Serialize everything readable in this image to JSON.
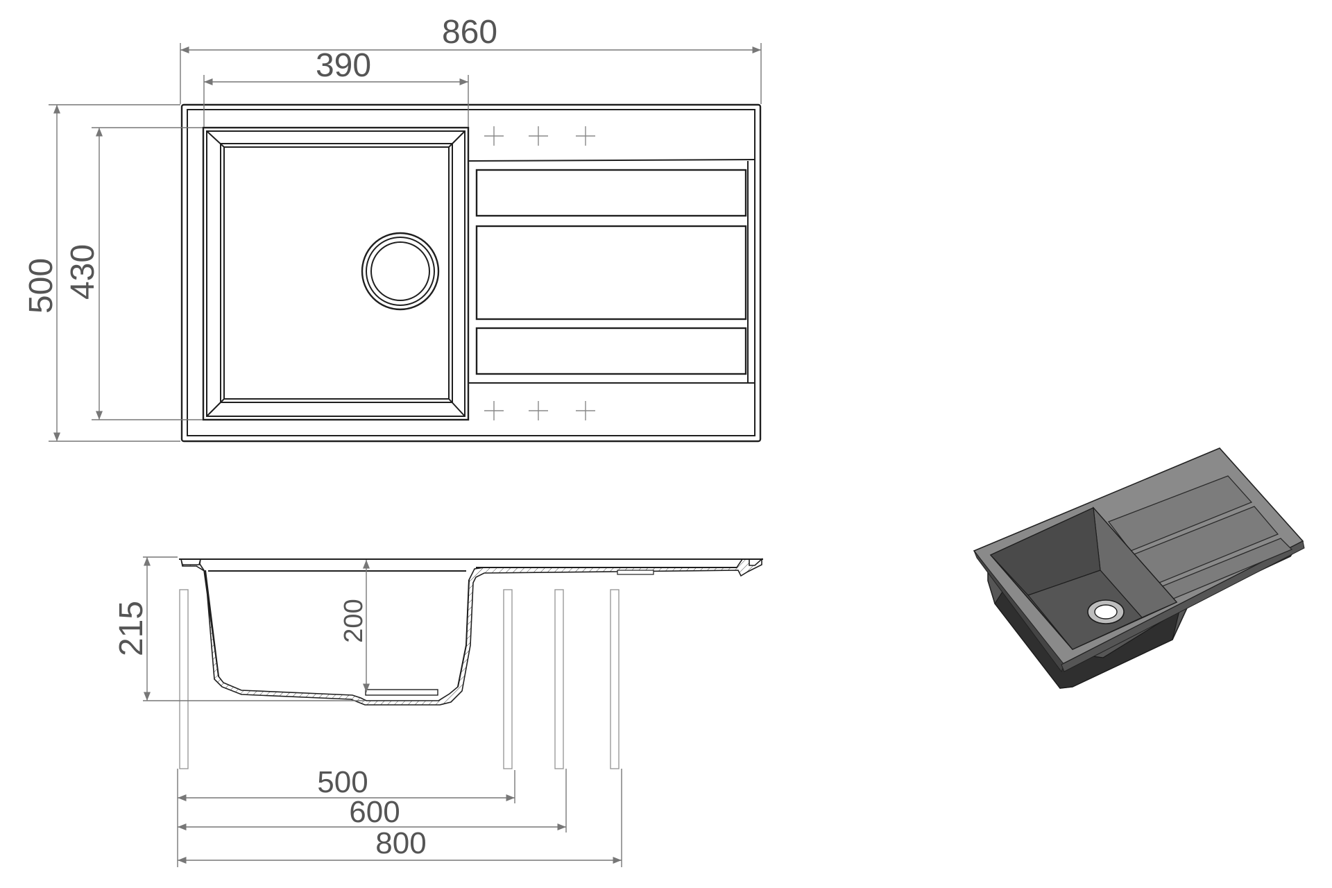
{
  "colors": {
    "background": "#ffffff",
    "outline": "#1f1f1f",
    "dimension_line": "#777777",
    "dimension_text": "#555555",
    "render_dark": "#3c3c3c",
    "render_mid": "#6e6e6e",
    "render_light": "#9a9a9a"
  },
  "top_view": {
    "overall_width": "860",
    "bowl_width": "390",
    "overall_depth": "500",
    "bowl_depth": "430"
  },
  "side_view": {
    "overall_height": "215",
    "bowl_depth": "200",
    "cabinet_a": "500",
    "cabinet_b": "600",
    "cabinet_c": "800"
  },
  "render_3d": {
    "icon": "sink-3d-render"
  }
}
